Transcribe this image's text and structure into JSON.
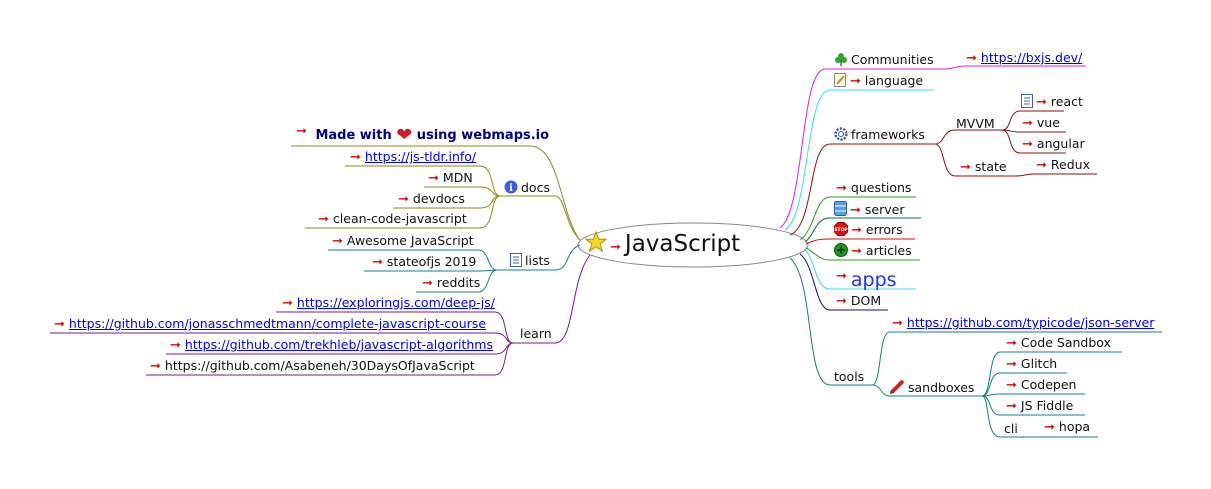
{
  "center": {
    "label": "JavaScript",
    "icon": "star-icon"
  },
  "left": {
    "made_with": {
      "before": "Made with",
      "after": "using webmaps.io",
      "icon": "heart-icon"
    },
    "docs": {
      "label": "docs",
      "icon": "info-icon",
      "items": [
        "https://js-tldr.info/",
        "MDN",
        "devdocs",
        "clean-code-javascript"
      ]
    },
    "lists": {
      "label": "lists",
      "icon": "list-icon",
      "items": [
        "Awesome JavaScript",
        "stateofjs 2019",
        "reddits"
      ]
    },
    "learn": {
      "label": "learn",
      "items": [
        "https://exploringjs.com/deep-js/",
        "https://github.com/jonasschmedtmann/complete-javascript-course",
        "https://github.com/trekhleb/javascript-algorithms",
        "https://github.com/Asabeneh/30DaysOfJavaScript"
      ]
    }
  },
  "right": {
    "communities": {
      "label": "Communities",
      "icon": "clover-icon",
      "link": "https://bxjs.dev/"
    },
    "language": {
      "label": "language",
      "icon": "notepad-icon"
    },
    "frameworks": {
      "label": "frameworks",
      "icon": "gear-icon",
      "mvvm": {
        "label": "MVVM",
        "items": [
          "react",
          "vue",
          "angular"
        ],
        "icon": "list-icon"
      },
      "state": {
        "label": "state",
        "items": [
          "Redux"
        ]
      }
    },
    "questions": "questions",
    "server": {
      "label": "server",
      "icon": "database-icon"
    },
    "errors": {
      "label": "errors",
      "icon": "stop-sign-icon"
    },
    "articles": {
      "label": "articles",
      "icon": "plus-circle-icon"
    },
    "apps": "apps",
    "dom": "DOM",
    "tools": {
      "label": "tools",
      "link": "https://github.com/typicode/json-server",
      "sandboxes": {
        "label": "sandboxes",
        "icon": "pencil-icon",
        "items": [
          "Code Sandbox",
          "Glitch",
          "Codepen",
          "JS Fiddle"
        ]
      },
      "cli": {
        "label": "cli",
        "items": [
          "hopa"
        ]
      }
    }
  },
  "colors": {
    "arrow": "#e00000",
    "link": "#0000ee",
    "olive": "#8a8a1a",
    "teal": "#12808c",
    "purple": "#7a1a8a",
    "magenta": "#e020e0",
    "cyan": "#30e0f0",
    "maroon": "#8a1010",
    "green": "#20a020",
    "red": "#e01010",
    "navy": "#101080"
  }
}
